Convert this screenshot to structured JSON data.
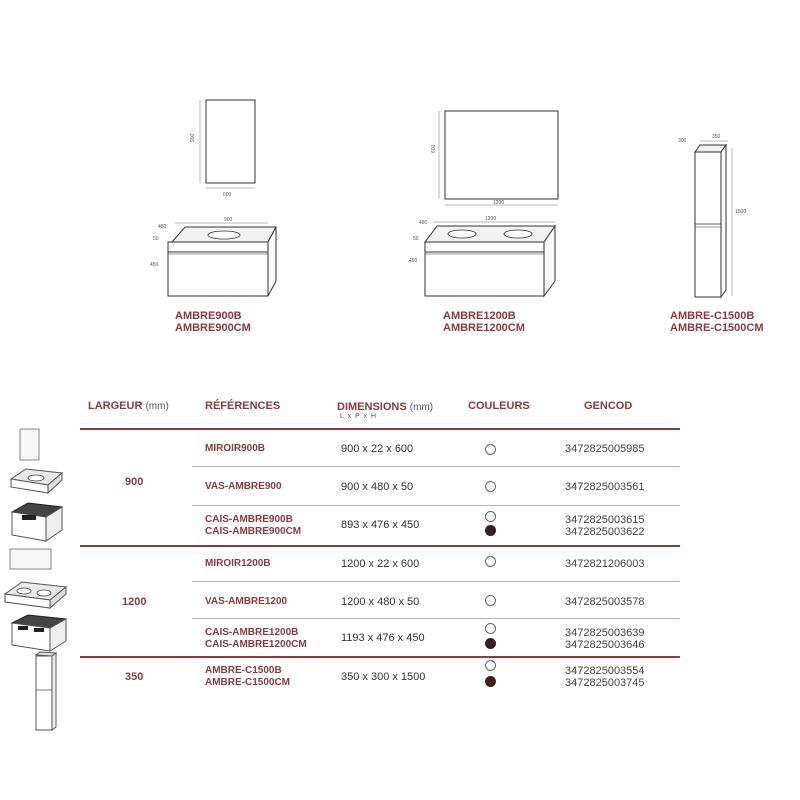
{
  "colors": {
    "accent": "#8a3b3b",
    "white_finish": "#ffffff",
    "dark_finish": "#3a201a"
  },
  "drawings": [
    {
      "id": "ambre900",
      "dims": {
        "mirror_h": "900",
        "mirror_w": "600",
        "cab_w": "900",
        "cab_d": "480",
        "top_h": "50",
        "cab_h": "450"
      },
      "labels": [
        "AMBRE900B",
        "AMBRE900CM"
      ]
    },
    {
      "id": "ambre1200",
      "dims": {
        "mirror_h": "600",
        "mirror_w": "1200",
        "cab_w": "1200",
        "cab_d": "480",
        "top_h": "50",
        "cab_h": "450"
      },
      "labels": [
        "AMBRE1200B",
        "AMBRE1200CM"
      ]
    },
    {
      "id": "ambrec1500",
      "dims": {
        "depth": "300",
        "width": "350",
        "height": "1500"
      },
      "labels": [
        "AMBRE-C1500B",
        "AMBRE-C1500CM"
      ]
    }
  ],
  "table": {
    "headers": {
      "largeur": "LARGEUR",
      "largeur_unit": "(mm)",
      "references": "RÉFÉRENCES",
      "dimensions": "DIMENSIONS",
      "dimensions_unit": "(mm)",
      "dimensions_sub": "L x P x H",
      "couleurs": "COULEURS",
      "gencod": "GENCOD"
    },
    "groups": [
      {
        "width": "900"
      },
      {
        "width": "1200"
      },
      {
        "width": "350"
      }
    ],
    "rows": [
      {
        "refs": [
          "MIROIR900B"
        ],
        "dims": "900 x 22 x 600",
        "colors": [
          "white"
        ],
        "gencod": [
          "3472825005985"
        ]
      },
      {
        "refs": [
          "VAS-AMBRE900"
        ],
        "dims": "900 x 480 x 50",
        "colors": [
          "white"
        ],
        "gencod": [
          "3472825003561"
        ]
      },
      {
        "refs": [
          "CAIS-AMBRE900B",
          "CAIS-AMBRE900CM"
        ],
        "dims": "893 x 476 x 450",
        "colors": [
          "white",
          "dark"
        ],
        "gencod": [
          "3472825003615",
          "3472825003622"
        ]
      },
      {
        "refs": [
          "MIROIR1200B"
        ],
        "dims": "1200 x 22 x 600",
        "colors": [
          "white"
        ],
        "gencod": [
          "3472821206003"
        ]
      },
      {
        "refs": [
          "VAS-AMBRE1200"
        ],
        "dims": "1200 x 480 x 50",
        "colors": [
          "white"
        ],
        "gencod": [
          "3472825003578"
        ]
      },
      {
        "refs": [
          "CAIS-AMBRE1200B",
          "CAIS-AMBRE1200CM"
        ],
        "dims": "1193 x 476 x 450",
        "colors": [
          "white",
          "dark"
        ],
        "gencod": [
          "3472825003639",
          "3472825003646"
        ]
      },
      {
        "refs": [
          "AMBRE-C1500B",
          "AMBRE-C1500CM"
        ],
        "dims": "350 x 300 x 1500",
        "colors": [
          "white",
          "dark"
        ],
        "gencod": [
          "3472825003554",
          "3472825003745"
        ]
      }
    ]
  }
}
